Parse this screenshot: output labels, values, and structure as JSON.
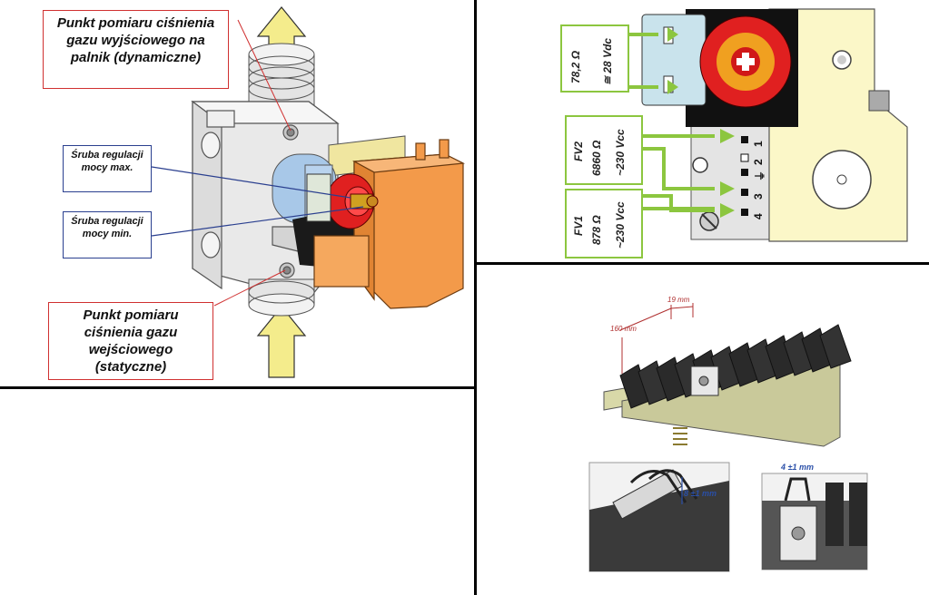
{
  "valve": {
    "outlet_label": "Punkt pomiaru ciśnienia gazu wyjściowego na palnik (dynamiczne)",
    "inlet_label": "Punkt pomiaru ciśnienia gazu wejściowego (statyczne)",
    "max_label": "Śruba regulacji mocy max.",
    "min_label": "Śruba regulacji mocy min."
  },
  "wiring": {
    "modulator_resistance": "78,2 Ω",
    "modulator_voltage": "≅ 28 Vdc",
    "fv2_name": "FV2",
    "fv2_resistance": "6860 Ω",
    "fv2_voltage": "~230 Vcc",
    "fv1_name": "FV1",
    "fv1_resistance": "878 Ω",
    "fv1_voltage": "~230 Vcc",
    "pins": [
      "1",
      "2",
      "⏚",
      "3",
      "4"
    ]
  },
  "burner": {
    "width_label": "19 mm",
    "length_label": "160 mm",
    "gap_label": "8 ±1 mm",
    "spacing_label": "4 ±1 mm"
  },
  "colors": {
    "arrow": "#f4ec8c",
    "callout_red": "#d03030",
    "callout_blue": "#2a3f8f",
    "wire_green": "#8cc63f",
    "coil_red": "#e02020",
    "coil_orange": "#f0a020",
    "body_orange": "#f39a4a",
    "coil_blue": "#a8c8e8"
  }
}
